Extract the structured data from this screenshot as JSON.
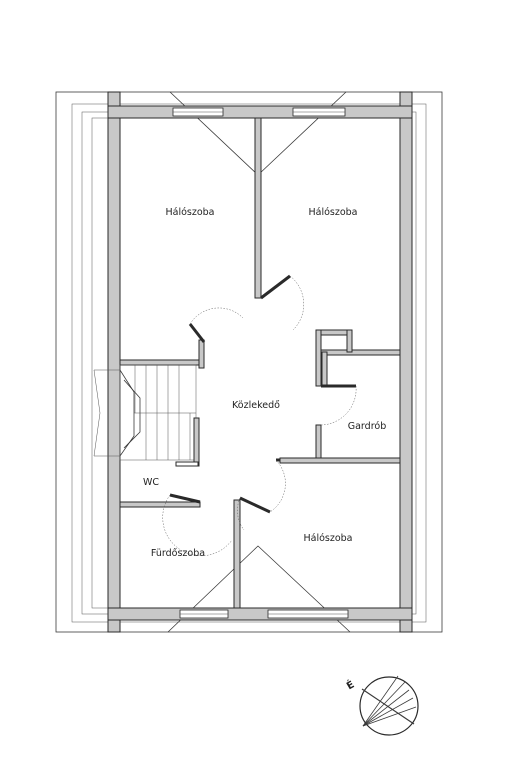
{
  "rooms": {
    "bedroom_nw": "Hálószoba",
    "bedroom_ne": "Hálószoba",
    "corridor": "Közlekedő",
    "wardrobe": "Gardrób",
    "wc": "WC",
    "bathroom": "Fürdőszoba",
    "bedroom_se": "Hálószoba"
  },
  "compass": {
    "north_label": "É"
  }
}
